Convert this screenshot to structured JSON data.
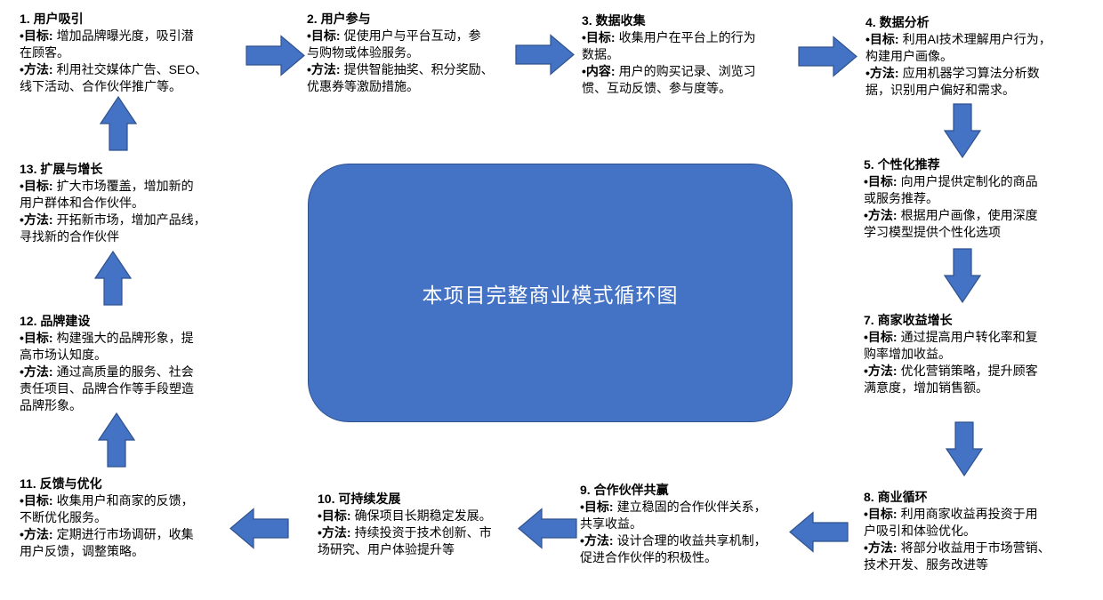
{
  "colors": {
    "accent": "#4472C4",
    "accent-dark": "#2F528F",
    "text": "#000000",
    "center-text": "#FFFFFF"
  },
  "center": {
    "label": "本项目完整商业模式循环图"
  },
  "blocks": [
    {
      "title": "1. 用户吸引",
      "bullets": [
        {
          "label": "•目标:",
          "text": "增加品牌曝光度，吸引潜\n在顾客。"
        },
        {
          "label": "•方法:",
          "text": "利用社交媒体广告、SEO、\n线下活动、合作伙伴推广等。"
        }
      ]
    },
    {
      "title": "2. 用户参与",
      "bullets": [
        {
          "label": "•目标:",
          "text": "促使用户与平台互动，参\n与购物或体验服务。"
        },
        {
          "label": "•方法:",
          "text": "提供智能抽奖、积分奖励、\n优惠券等激励措施。"
        }
      ]
    },
    {
      "title": "3. 数据收集",
      "bullets": [
        {
          "label": "•目标:",
          "text": "收集用户在平台上的行为\n数据。"
        },
        {
          "label": "•内容:",
          "text": "用户的购买记录、浏览习\n惯、互动反馈、参与度等。"
        }
      ]
    },
    {
      "title": "4. 数据分析",
      "bullets": [
        {
          "label": "•目标:",
          "text": "利用AI技术理解用户行为，\n构建用户画像。"
        },
        {
          "label": "•方法:",
          "text": "应用机器学习算法分析数\n据，识别用户偏好和需求。"
        }
      ]
    },
    {
      "title": "5. 个性化推荐",
      "bullets": [
        {
          "label": "•目标:",
          "text": "向用户提供定制化的商品\n或服务推荐。"
        },
        {
          "label": "•方法:",
          "text": "根据用户画像，使用深度\n学习模型提供个性化选项"
        }
      ]
    },
    {
      "title": "7. 商家收益增长",
      "bullets": [
        {
          "label": "•目标:",
          "text": "通过提高用户转化率和复\n购率增加收益。"
        },
        {
          "label": "•方法:",
          "text": "优化营销策略，提升顾客\n满意度，增加销售额。"
        }
      ]
    },
    {
      "title": "8. 商业循环",
      "bullets": [
        {
          "label": "•目标:",
          "text": "利用商家收益再投资于用\n户吸引和体验优化。"
        },
        {
          "label": "•方法:",
          "text": "将部分收益用于市场营销、\n技术开发、服务改进等"
        }
      ]
    },
    {
      "title": "9. 合作伙伴共赢",
      "bullets": [
        {
          "label": "•目标:",
          "text": "建立稳固的合作伙伴关系，\n共享收益。"
        },
        {
          "label": "•方法:",
          "text": "设计合理的收益共享机制，\n促进合作伙伴的积极性。"
        }
      ]
    },
    {
      "title": "10. 可持续发展",
      "bullets": [
        {
          "label": "•目标:",
          "text": "确保项目长期稳定发展。"
        },
        {
          "label": "•方法:",
          "text": "持续投资于技术创新、市\n场研究、用户体验提升等"
        }
      ]
    },
    {
      "title": "11. 反馈与优化",
      "bullets": [
        {
          "label": "•目标:",
          "text": "收集用户和商家的反馈，\n不断优化服务。"
        },
        {
          "label": "•方法:",
          "text": "定期进行市场调研，收集\n用户反馈，调整策略。"
        }
      ]
    },
    {
      "title": "12. 品牌建设",
      "bullets": [
        {
          "label": "•目标:",
          "text": "构建强大的品牌形象，提\n高市场认知度。"
        },
        {
          "label": "•方法:",
          "text": "通过高质量的服务、社会\n责任项目、品牌合作等手段塑造\n品牌形象。"
        }
      ]
    },
    {
      "title": "13. 扩展与增长",
      "bullets": [
        {
          "label": "•目标:",
          "text": "扩大市场覆盖，增加新的\n用户群体和合作伙伴。"
        },
        {
          "label": "•方法:",
          "text": "开拓新市场，增加产品线，\n寻找新的合作伙伴"
        }
      ]
    }
  ],
  "arrows": [
    {
      "from": "1",
      "to": "2",
      "direction": "right"
    },
    {
      "from": "2",
      "to": "3",
      "direction": "right"
    },
    {
      "from": "3",
      "to": "4",
      "direction": "right"
    },
    {
      "from": "4",
      "to": "5",
      "direction": "down"
    },
    {
      "from": "5",
      "to": "7",
      "direction": "down"
    },
    {
      "from": "7",
      "to": "8",
      "direction": "down"
    },
    {
      "from": "8",
      "to": "9",
      "direction": "left"
    },
    {
      "from": "9",
      "to": "10",
      "direction": "left"
    },
    {
      "from": "10",
      "to": "11",
      "direction": "left"
    },
    {
      "from": "11",
      "to": "12",
      "direction": "up"
    },
    {
      "from": "12",
      "to": "13",
      "direction": "up"
    },
    {
      "from": "13",
      "to": "1",
      "direction": "up"
    }
  ]
}
